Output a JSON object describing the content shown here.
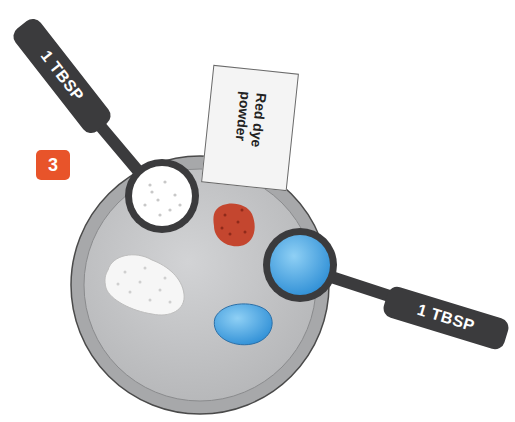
{
  "diagram": {
    "nodes": [
      {
        "text": [
          "1 TBSP"
        ]
      },
      {
        "text": [
          "Red dye powder"
        ]
      },
      {
        "text": [
          "3"
        ]
      },
      {
        "text": [
          "1 TBSP"
        ]
      }
    ]
  }
}
